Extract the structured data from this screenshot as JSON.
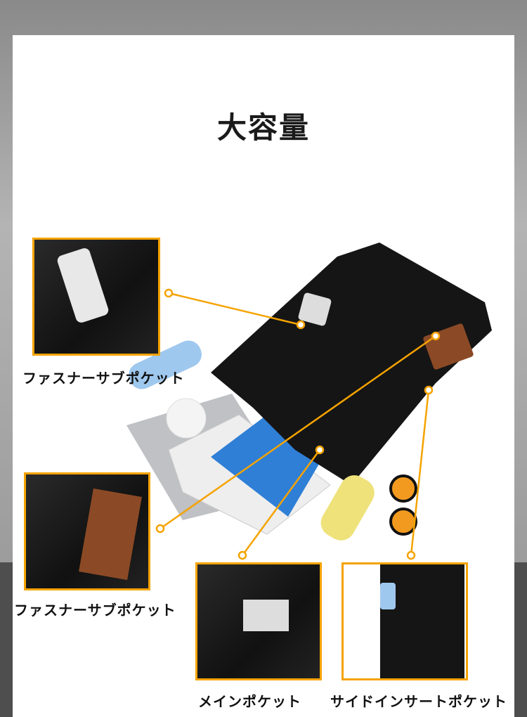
{
  "title": "大容量",
  "callouts": [
    {
      "label": "ファスナーサブポケット"
    },
    {
      "label": "ファスナーサブポケット"
    },
    {
      "label": "メインポケット"
    },
    {
      "label": "サイドインサートポケット"
    }
  ],
  "colors": {
    "accent": "#f5a300",
    "bag": "#151515"
  }
}
